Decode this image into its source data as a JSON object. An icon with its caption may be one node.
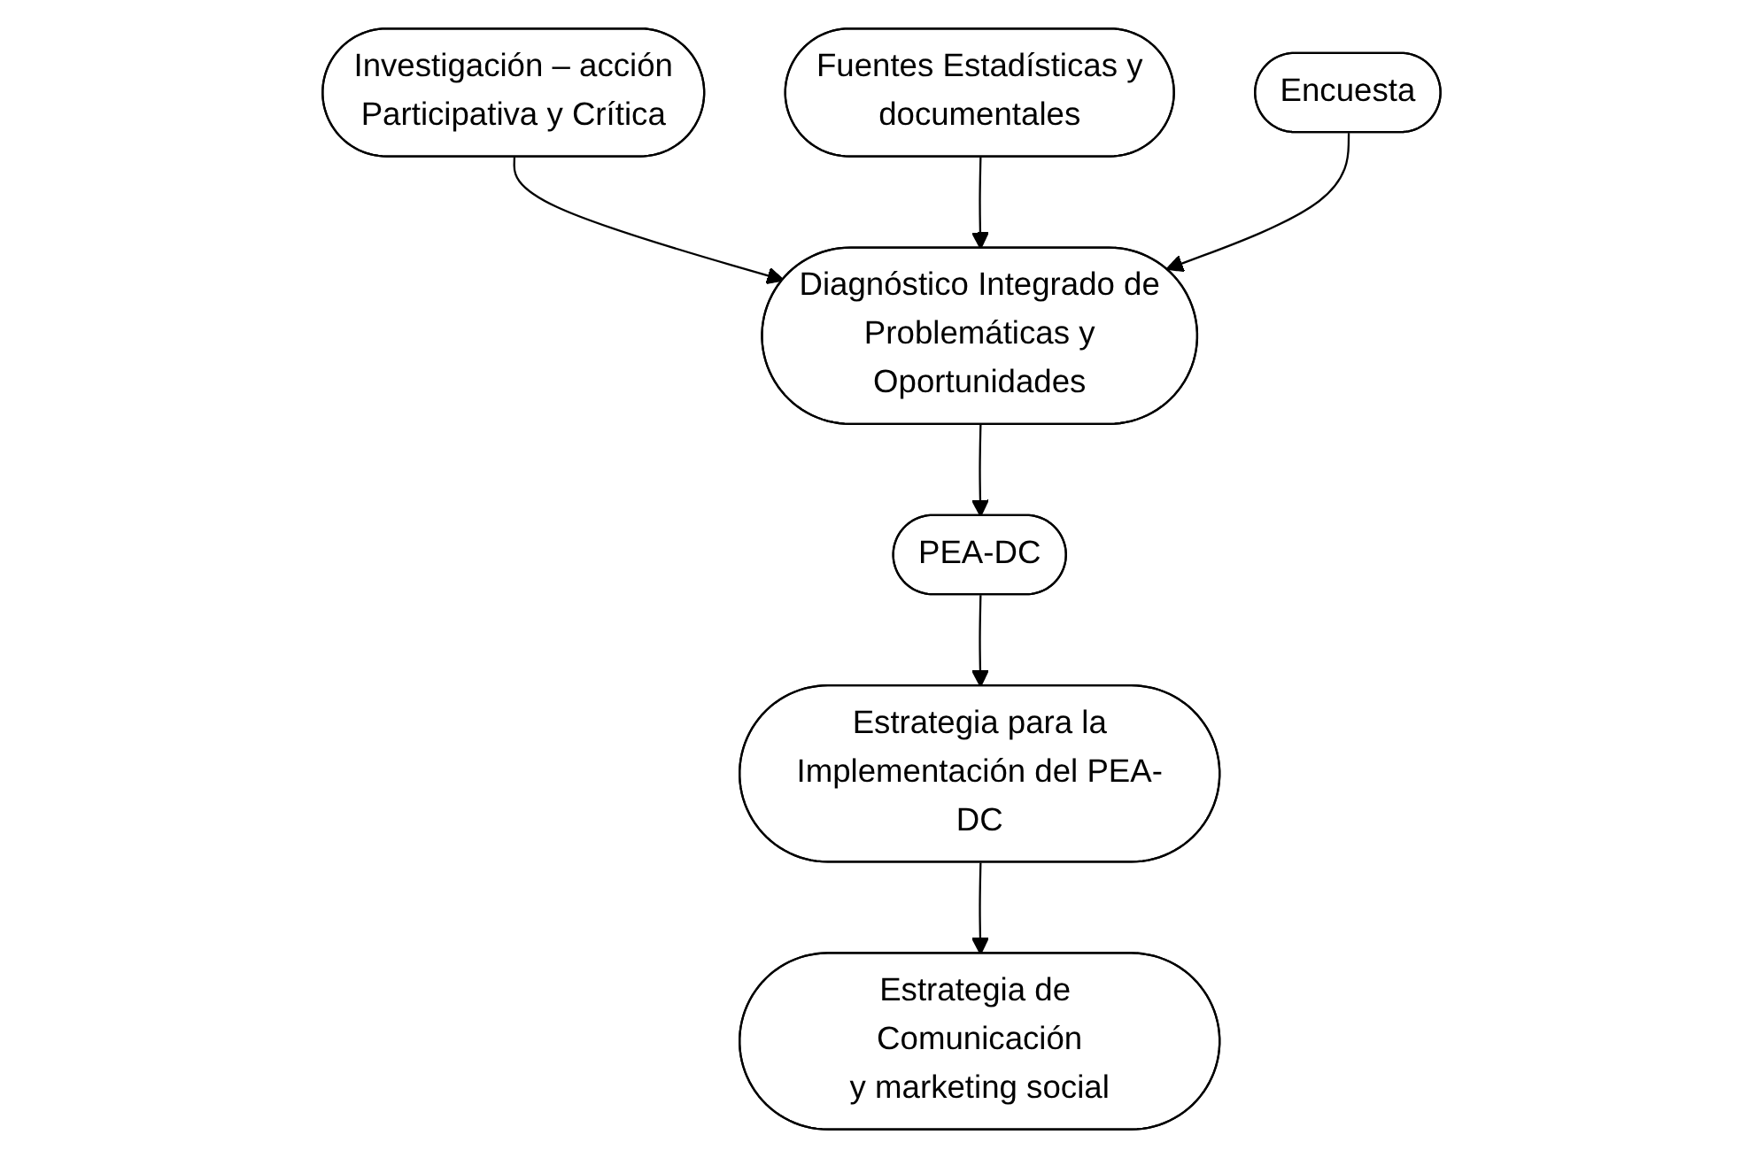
{
  "diagram": {
    "nodes": [
      {
        "text": [
          "Investigación – acción Participativa y Crítica"
        ]
      },
      {
        "text": [
          "Fuentes Estadísticas y documentales"
        ]
      },
      {
        "text": [
          "Encuesta"
        ]
      },
      {
        "text": [
          "Diagnóstico Integrado de Problemáticas y Oportunidades"
        ]
      },
      {
        "text": [
          "PEA-DC"
        ]
      },
      {
        "text": [
          "Estrategia para la Implementación del PEA-DC"
        ]
      },
      {
        "text": [
          "Estrategia de Comunicación y marketing social"
        ]
      }
    ],
    "edges": [
      {
        "from": 0,
        "to": 3,
        "arrow": "to"
      },
      {
        "from": 1,
        "to": 3,
        "arrow": "to"
      },
      {
        "from": 2,
        "to": 3,
        "arrow": "to"
      },
      {
        "from": 3,
        "to": 4,
        "arrow": "to"
      },
      {
        "from": 4,
        "to": 5,
        "arrow": "to"
      },
      {
        "from": 5,
        "to": 6,
        "arrow": "to"
      }
    ]
  }
}
